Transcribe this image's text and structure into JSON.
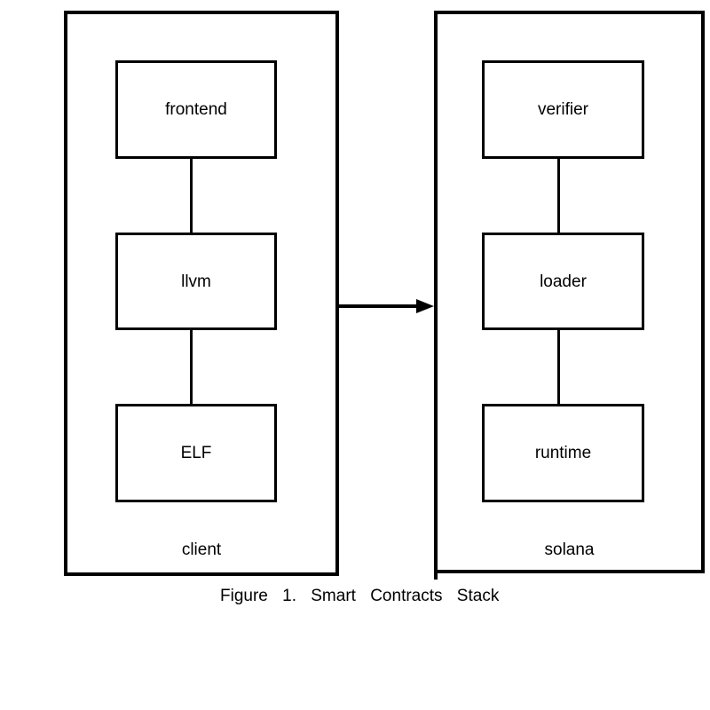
{
  "figure": {
    "caption": "Figure  1.  Smart  Contracts  Stack",
    "background_color": "#ffffff",
    "stroke_color": "#000000"
  },
  "columns": [
    {
      "id": "client",
      "label": "client",
      "nodes": [
        {
          "id": "frontend",
          "label": "frontend"
        },
        {
          "id": "llvm",
          "label": "llvm"
        },
        {
          "id": "elf",
          "label": "ELF"
        }
      ]
    },
    {
      "id": "solana",
      "label": "solana",
      "nodes": [
        {
          "id": "verifier",
          "label": "verifier"
        },
        {
          "id": "loader",
          "label": "loader"
        },
        {
          "id": "runtime",
          "label": "runtime"
        }
      ]
    }
  ],
  "arrow": {
    "from": "client",
    "to": "solana",
    "direction": "right"
  }
}
